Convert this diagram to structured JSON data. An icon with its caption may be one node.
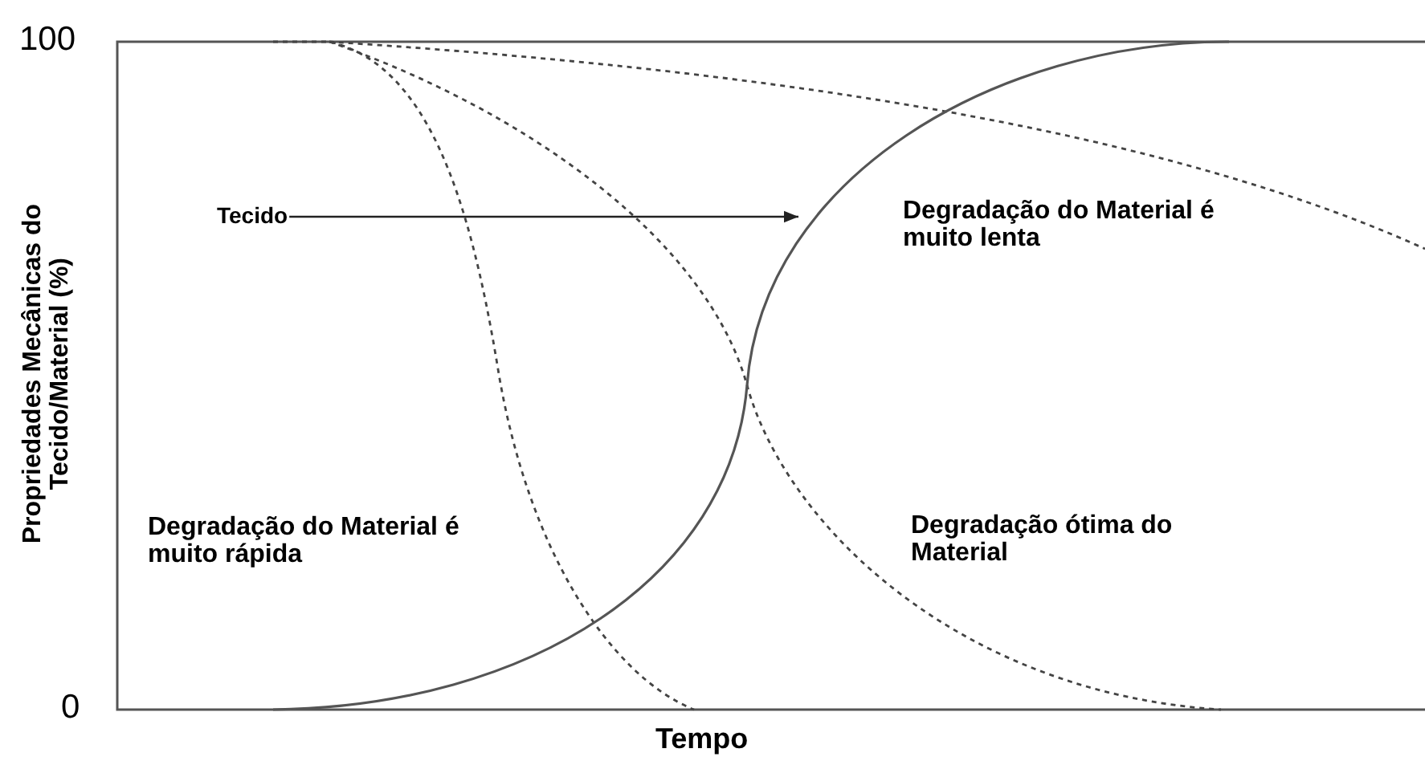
{
  "diagram": {
    "nodes": [
      {
        "text": [
          "Tecido"
        ]
      },
      {
        "text": [],
        "shape": "curve"
      }
    ],
    "edges": [
      {
        "from": 0,
        "to": 1,
        "arrow": "to"
      }
    ],
    "labels": [
      "100",
      "Propriedades Mecânicas do Tecido/Material (%)",
      "Degradação do Material é muito lenta",
      "Degradação do Material é muito rápida",
      "Degradação ótima do Material",
      "0",
      "Tempo"
    ]
  }
}
